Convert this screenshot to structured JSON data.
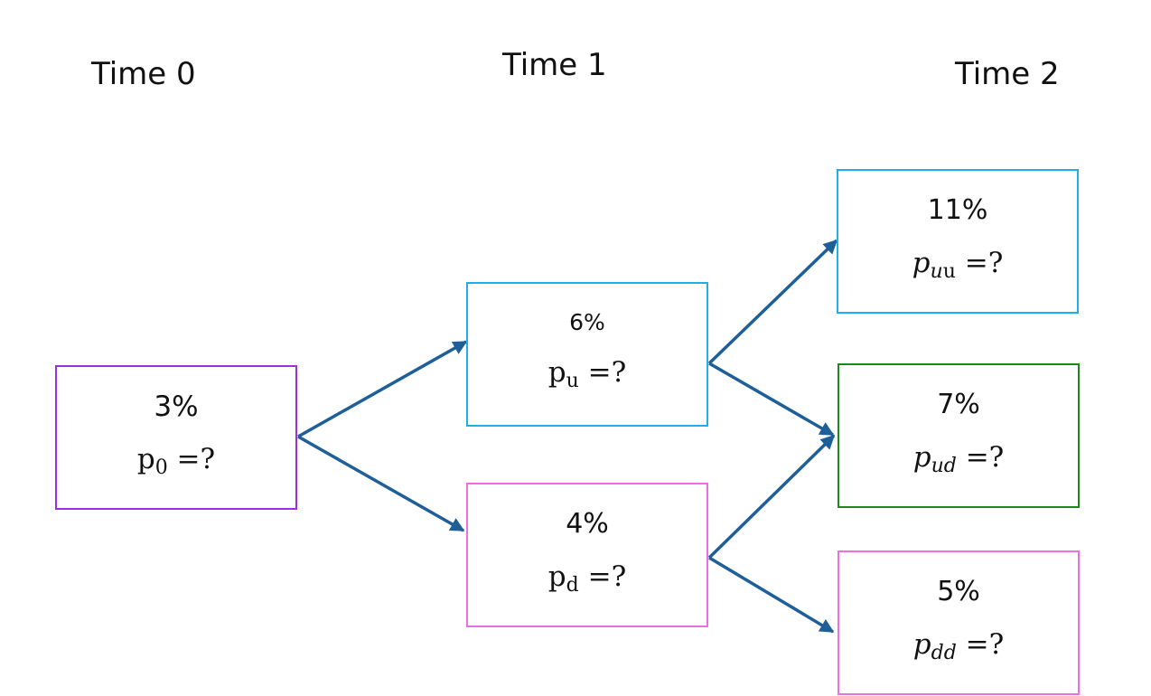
{
  "time_labels": {
    "t0": "Time 0",
    "t1": "Time 1",
    "t2": "Time 2"
  },
  "nodes": {
    "t0": {
      "rate": "3%",
      "price_base": "p",
      "price_sub": "0",
      "price_eq": "=?"
    },
    "u": {
      "rate": "6%",
      "price_base": "p",
      "price_sub": "u",
      "price_eq": "=?"
    },
    "d": {
      "rate": "4%",
      "price_base": "p",
      "price_sub": "d",
      "price_eq": "=?"
    },
    "uu": {
      "rate": "11%",
      "price_base": "p",
      "price_sub_it": "u",
      "price_sub": "u",
      "price_eq": "=?"
    },
    "ud": {
      "rate": "7%",
      "price_base": "p",
      "price_sub": "ud",
      "price_eq": "=?"
    },
    "dd": {
      "rate": "5%",
      "price_base": "p",
      "price_sub": "dd",
      "price_eq": "=?"
    }
  },
  "colors": {
    "node_t0": "#9b30e0",
    "node_up": "#1eaee8",
    "node_mid": "#1a8a1a",
    "node_down": "#ee6ee6",
    "arrow": "#1f5f99"
  }
}
